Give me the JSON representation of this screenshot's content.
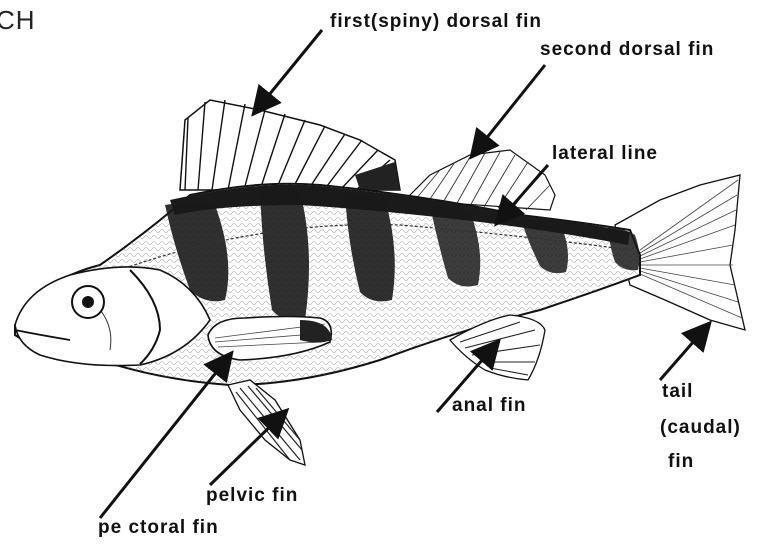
{
  "title_fragment": "CH",
  "labels": {
    "first_dorsal": "first(spiny) dorsal fin",
    "second_dorsal": "second dorsal fin",
    "lateral_line": "lateral line",
    "anal": "anal fin",
    "tail_1": "tail",
    "tail_2": "(caudal)",
    "tail_3": "fin",
    "pelvic": "pelvic fin",
    "pectoral": "pe ctoral  fin"
  },
  "colors": {
    "ink": "#111111",
    "paper": "#ffffff",
    "bands": "#1a1a1a"
  }
}
